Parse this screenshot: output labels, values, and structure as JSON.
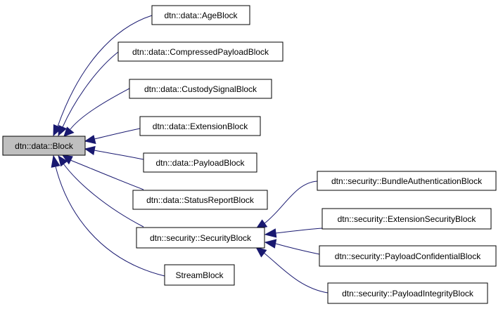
{
  "colors": {
    "edge": "#191970",
    "root_fill": "#bfbfbf",
    "node_fill": "#ffffff",
    "border": "#000000"
  },
  "nodes": {
    "block": "dtn::data::Block",
    "age_block": "dtn::data::AgeBlock",
    "compressed_payload_block": "dtn::data::CompressedPayloadBlock",
    "custody_signal_block": "dtn::data::CustodySignalBlock",
    "extension_block": "dtn::data::ExtensionBlock",
    "payload_block": "dtn::data::PayloadBlock",
    "status_report_block": "dtn::data::StatusReportBlock",
    "security_block": "dtn::security::SecurityBlock",
    "stream_block": "StreamBlock",
    "bundle_authentication_block": "dtn::security::BundleAuthenticationBlock",
    "extension_security_block": "dtn::security::ExtensionSecurityBlock",
    "payload_confidential_block": "dtn::security::PayloadConfidentialBlock",
    "payload_integrity_block": "dtn::security::PayloadIntegrityBlock"
  },
  "edges": [
    {
      "from": "age_block",
      "to": "block"
    },
    {
      "from": "compressed_payload_block",
      "to": "block"
    },
    {
      "from": "custody_signal_block",
      "to": "block"
    },
    {
      "from": "extension_block",
      "to": "block"
    },
    {
      "from": "payload_block",
      "to": "block"
    },
    {
      "from": "status_report_block",
      "to": "block"
    },
    {
      "from": "security_block",
      "to": "block"
    },
    {
      "from": "stream_block",
      "to": "block"
    },
    {
      "from": "bundle_authentication_block",
      "to": "security_block"
    },
    {
      "from": "extension_security_block",
      "to": "security_block"
    },
    {
      "from": "payload_confidential_block",
      "to": "security_block"
    },
    {
      "from": "payload_integrity_block",
      "to": "security_block"
    }
  ]
}
